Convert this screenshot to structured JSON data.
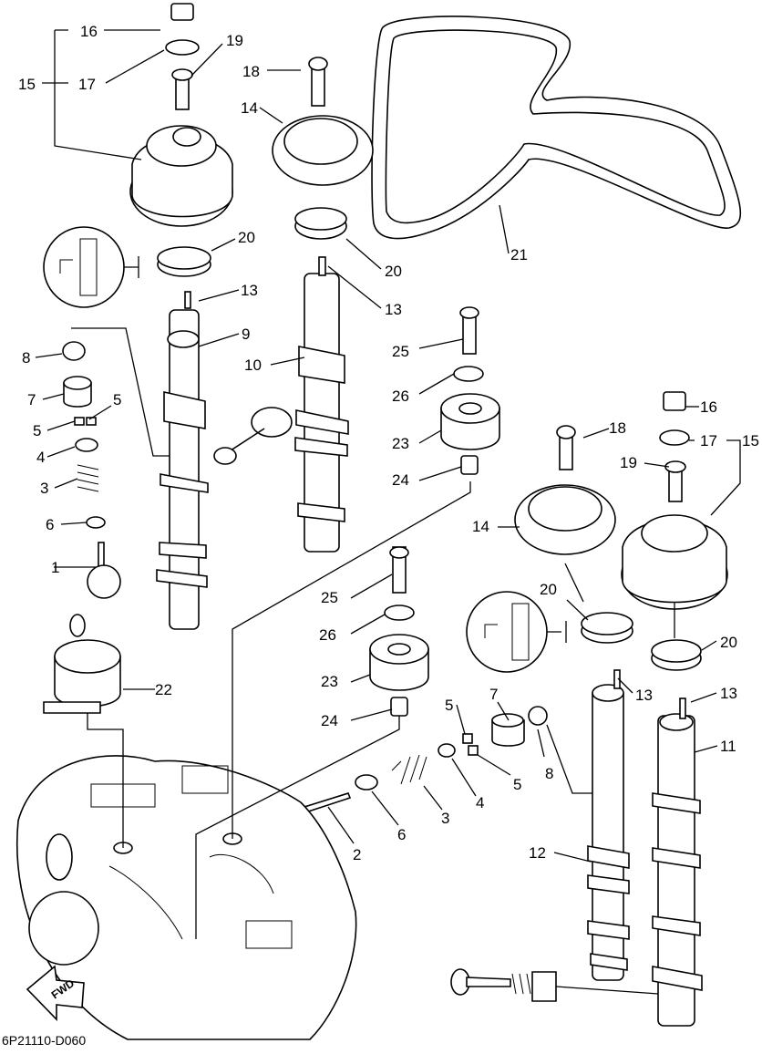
{
  "diagram": {
    "code": "6P21110-D060",
    "fwd_label": "FWD",
    "callouts": [
      "1",
      "2",
      "3",
      "4",
      "5",
      "6",
      "7",
      "8",
      "9",
      "10",
      "11",
      "12",
      "13",
      "14",
      "15",
      "16",
      "17",
      "18",
      "19",
      "20",
      "21",
      "22",
      "23",
      "24",
      "25",
      "26"
    ]
  }
}
